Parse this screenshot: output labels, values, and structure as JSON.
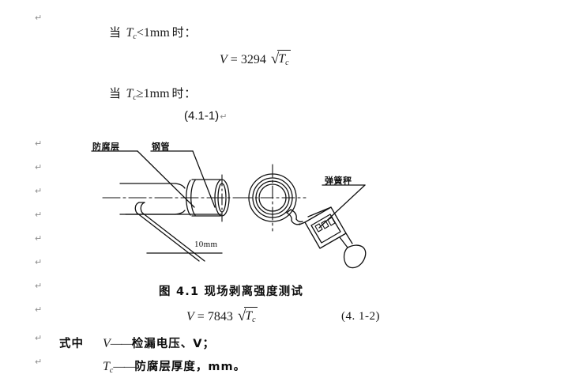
{
  "document": {
    "background_color": "#ffffff",
    "ink_color": "#141414",
    "margin_mark": "↵",
    "margin_mark_color": "#8d8d8d"
  },
  "margin_marks": {
    "name": "paragraph-return-mark",
    "y_positions": [
      22,
      181,
      211,
      241,
      271,
      301,
      331,
      361,
      391,
      421,
      451
    ]
  },
  "conditions": [
    {
      "prefix": "当",
      "variable": "T",
      "subscript": "c",
      "relation": "<",
      "value": "1mm",
      "suffix": "时",
      "punctuation": "："
    },
    {
      "prefix": "当",
      "variable": "T",
      "subscript": "c",
      "relation": "≥",
      "value": "1mm",
      "suffix": "时",
      "punctuation": "："
    }
  ],
  "equations": [
    {
      "lhs": "V",
      "operator": "=",
      "coefficient": "3294",
      "radicand_variable": "T",
      "radicand_subscript": "c",
      "radical_sign": "√",
      "number": ""
    },
    {
      "lhs": "V",
      "operator": "=",
      "coefficient": "7843",
      "radicand_variable": "T",
      "radicand_subscript": "c",
      "radical_sign": "√",
      "number": "(4.1-2)"
    }
  ],
  "equation_numbers": {
    "first": "(4.1-1)",
    "first_trailing_mark": "↵",
    "second": "(4. 1-2)"
  },
  "figure": {
    "caption": "图 4.1 现场剥离强度测试",
    "labels": {
      "coating": "防腐层",
      "steel_pipe": "钢管",
      "spring_scale": "弹簧秤",
      "dimension": "10mm"
    },
    "stroke_color": "#101010"
  },
  "where_clause": {
    "lead": "式中",
    "lines": [
      {
        "symbol": "V",
        "subscript": "",
        "dash": "——",
        "description": "检漏电压、V；"
      },
      {
        "symbol": "T",
        "subscript": "c",
        "dash": "——",
        "description": "防腐层厚度，mm。"
      }
    ]
  }
}
